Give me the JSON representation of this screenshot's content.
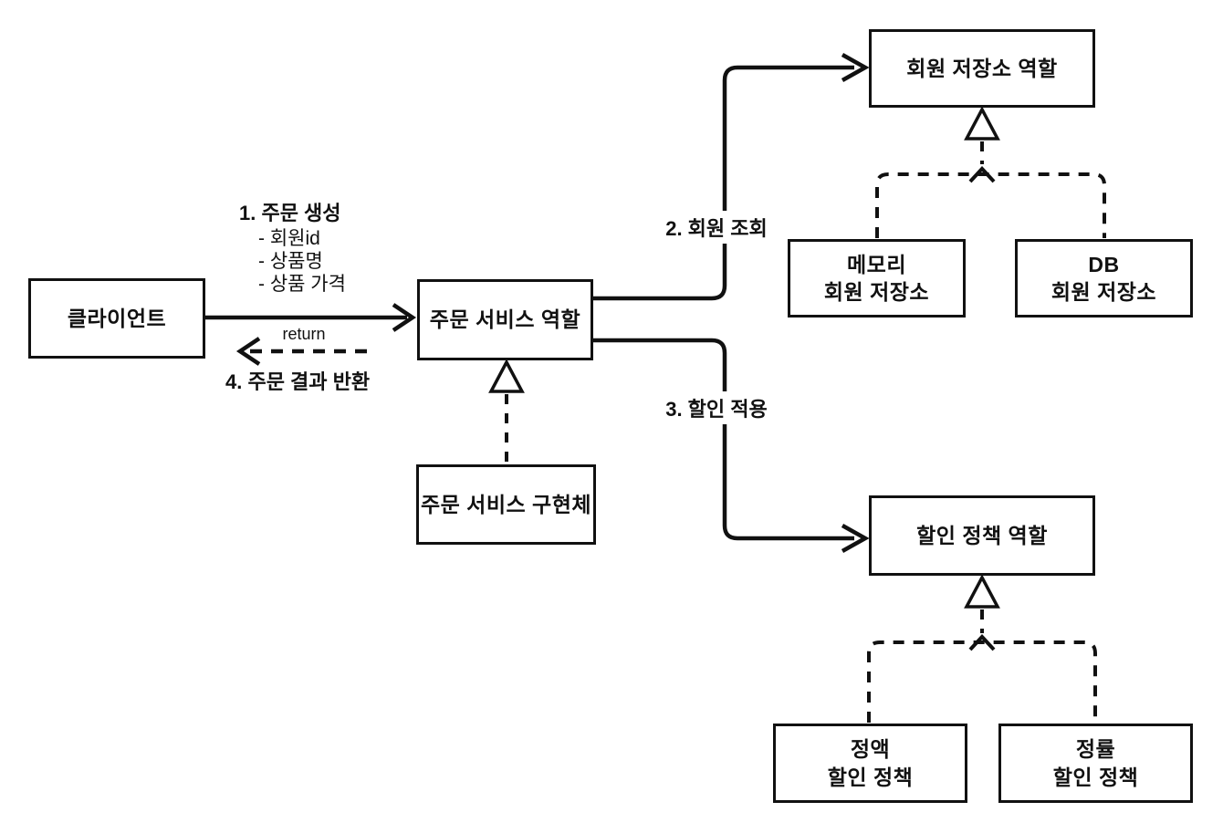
{
  "diagram": {
    "colors": {
      "line": "#111111",
      "background": "#ffffff"
    },
    "boxes": {
      "client": {
        "label": "클라이언트"
      },
      "order_service_role": {
        "label": "주문 서비스 역할"
      },
      "order_service_impl": {
        "label": "주문 서비스 구현체"
      },
      "member_repo_role": {
        "label": "회원 저장소 역할"
      },
      "memory_member_repo": {
        "line1": "메모리",
        "line2": "회원 저장소"
      },
      "db_member_repo": {
        "line1": "DB",
        "line2": "회원 저장소"
      },
      "discount_policy_role": {
        "label": "할인 정책 역할"
      },
      "fixed_discount_policy": {
        "line1": "정액",
        "line2": "할인 정책"
      },
      "rate_discount_policy": {
        "line1": "정률",
        "line2": "할인 정책"
      }
    },
    "labels": {
      "step1_title": "1. 주문 생성",
      "step1_item1": "- 회원id",
      "step1_item2": "- 상품명",
      "step1_item3": "- 상품 가격",
      "step2": "2. 회원 조회",
      "step3": "3. 할인 적용",
      "step4": "4. 주문 결과 반환",
      "return_text": "return"
    }
  }
}
